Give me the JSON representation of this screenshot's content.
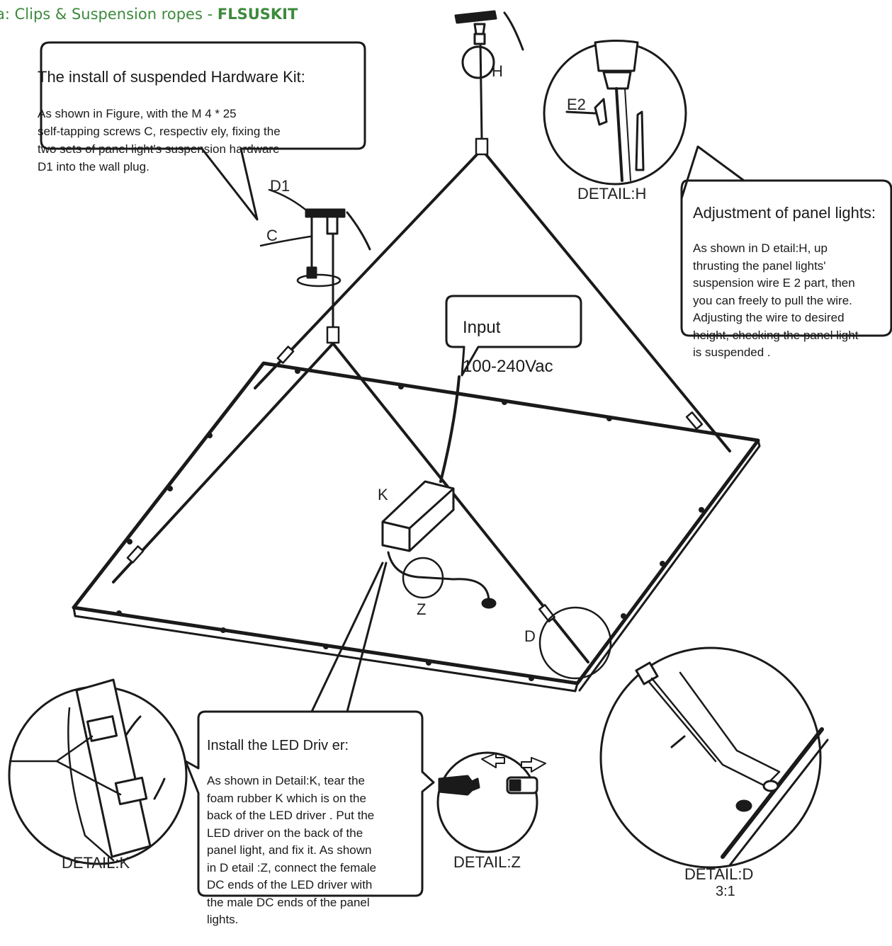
{
  "header": {
    "prefix": "a: Clips & Suspension ropes - ",
    "code": "FLSUSKIT"
  },
  "notes": {
    "hardware": {
      "title": "The install of suspended Hardware Kit:",
      "body": "As shown in Figure, with the M 4 * 25\nself-tapping screws C, respectiv ely, fixing the\ntwo sets of panel light's suspension hardware\nD1 into the wall plug."
    },
    "adjust": {
      "title": "Adjustment of panel lights:",
      "body": "As shown in D etail:H, up\nthrusting the panel lights'\nsuspension wire E 2 part, then\nyou can freely to pull the wire.\nAdjusting the wire to desired\nheight, checking the panel light\nis suspended ."
    },
    "input": {
      "line1": "Input",
      "line2": "100-240Vac"
    },
    "driver": {
      "title": "Install the LED Driv er:",
      "body": "As shown in Detail:K, tear the\nfoam rubber K which is on the\nback of the LED driver   . Put the\nLED driver on the back  of the\npanel light,   and  fix it. As shown\nin D etail :Z, connect the female\nDC ends of the LED driver with\nthe male DC ends of the panel\nlights."
    }
  },
  "labels": {
    "h": "H",
    "e2": "E2",
    "d1": "D1",
    "c": "C",
    "k": "K",
    "z": "Z",
    "d": "D",
    "detail_h": "DETAIL:H",
    "detail_k": "DETAIL:K",
    "detail_z": "DETAIL:Z",
    "detail_d": "DETAIL:D",
    "detail_d_scale": "3:1"
  }
}
